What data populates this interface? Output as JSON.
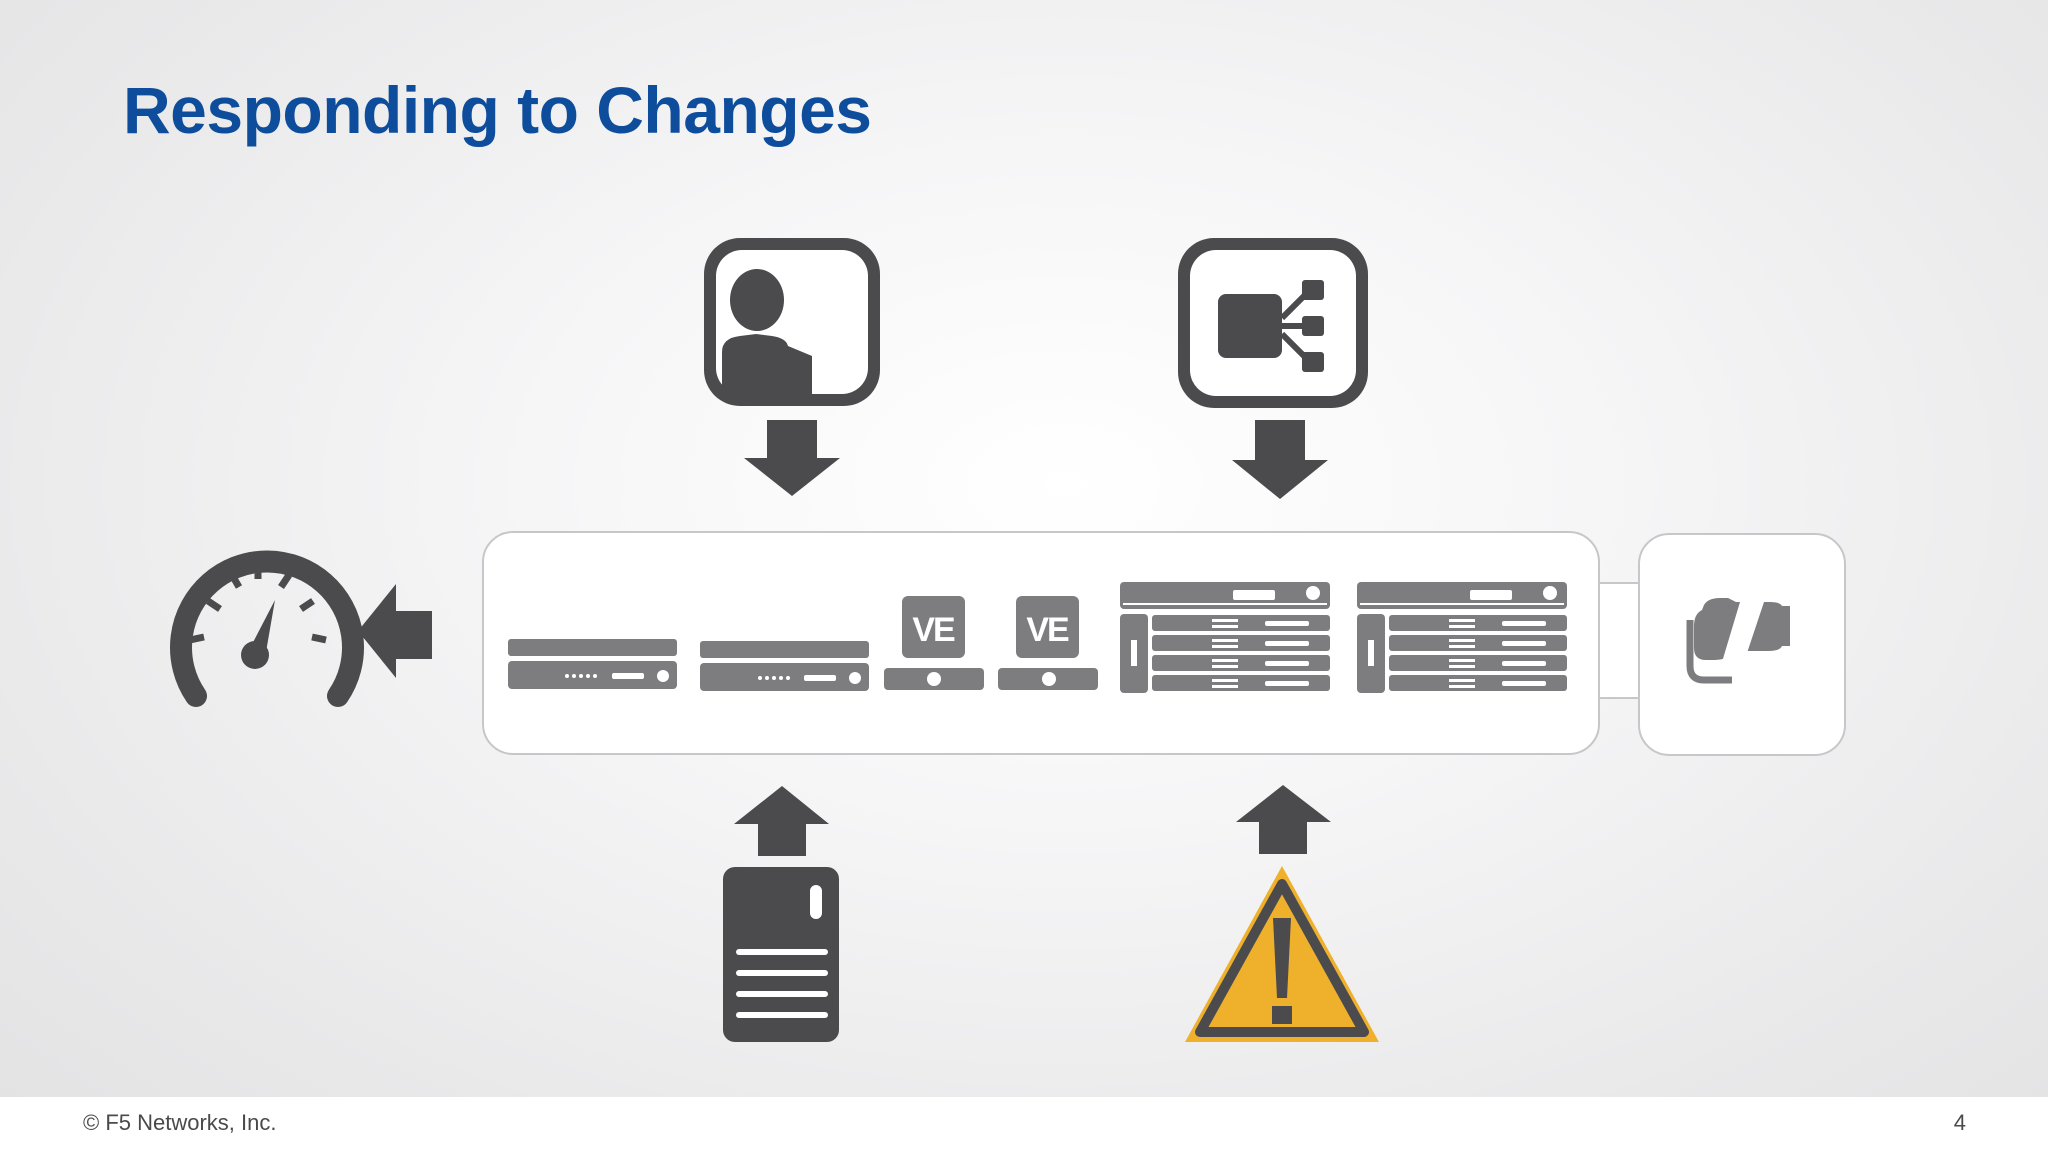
{
  "slide": {
    "title": "Responding to Changes",
    "copyright": "© F5 Networks, Inc.",
    "page_number": "4"
  },
  "devices": {
    "ve_label": "VE"
  },
  "colors": {
    "title": "#0e4d9c",
    "icon_dark": "#4b4a4d",
    "device_gray": "#7d7d80",
    "warning_fill": "#efb02c"
  },
  "icons": [
    "user-icon",
    "services-icon",
    "speedometer-icon",
    "server-icon",
    "warning-icon",
    "cloud-icon"
  ]
}
